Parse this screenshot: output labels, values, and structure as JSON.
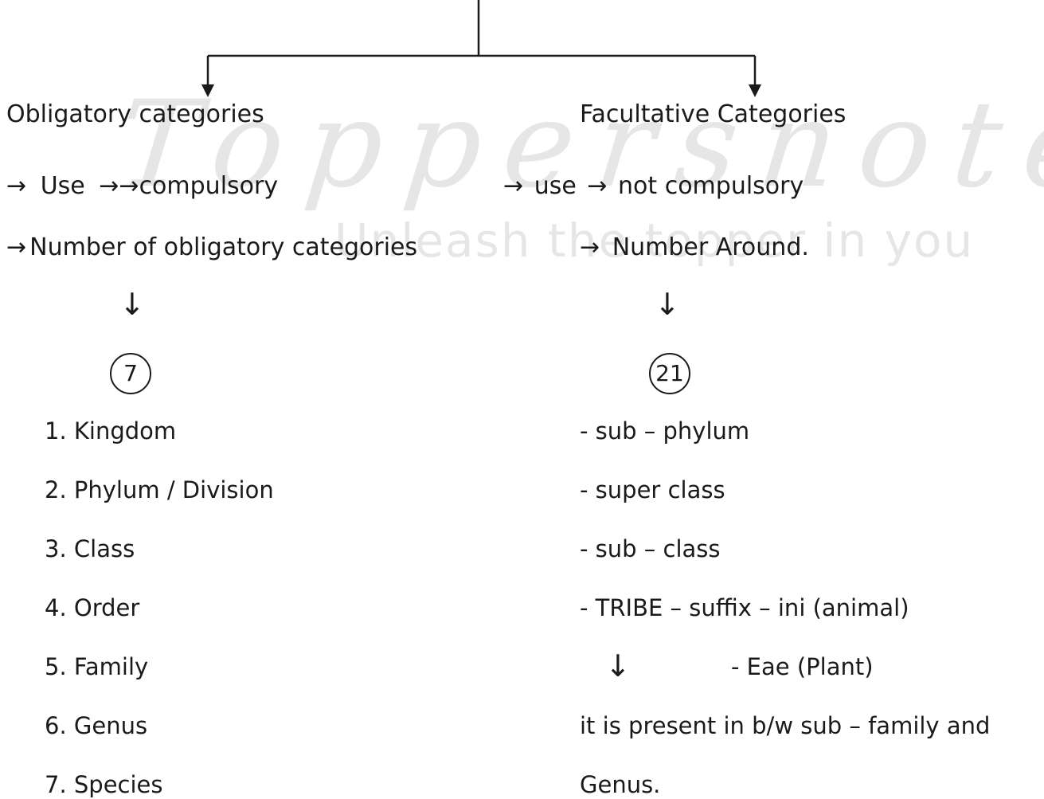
{
  "watermark": {
    "brand": "Toppersnotes",
    "tagline": "Unleash the topper in you"
  },
  "left": {
    "heading": "Obligatory categories",
    "line1_arrow": "→",
    "line1_text": "Use",
    "line1_arrows2": "→→",
    "line1_value": "compulsory",
    "line2_arrow": "→",
    "line2_text": "Number of obligatory categories",
    "down_arrow": "↓",
    "count": "7",
    "items": [
      "1. Kingdom",
      "2. Phylum / Division",
      "3. Class",
      "4. Order",
      "5. Family",
      "6. Genus",
      "7. Species"
    ]
  },
  "right": {
    "heading": "Facultative Categories",
    "line1_arrow": "→",
    "line1_text": "use",
    "line1_arrow2": "→",
    "line1_value": "not compulsory",
    "line2_arrow": "→",
    "line2_text": "Number Around.",
    "down_arrow": "↓",
    "count": "21",
    "items": [
      "- sub – phylum",
      "- super class",
      "- sub – class",
      "- TRIBE – suffix – ini (animal)"
    ],
    "tribe_down_arrow": "↓",
    "tribe_plant": "- Eae (Plant)",
    "note_line1": "it is present in b/w sub – family and",
    "note_line2": "Genus."
  }
}
